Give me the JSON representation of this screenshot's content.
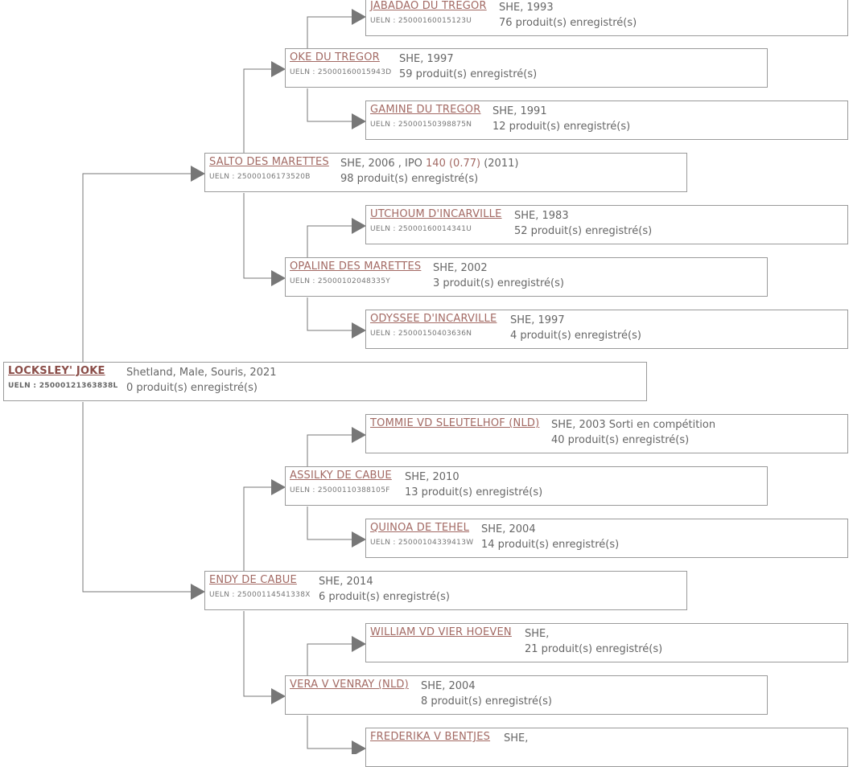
{
  "subject": {
    "name": "LOCKSLEY' JOKE",
    "ueln": "UELN : 25000121363838L",
    "details": "Shetland, Male, Souris, 2021",
    "produits": "0 produit(s) enregistré(s)"
  },
  "sire": {
    "name": "SALTO DES MARETTES",
    "ueln": "UELN : 25000106173520B",
    "details_prefix": "SHE, 2006 , IPO ",
    "ipo": "140 (0.77)",
    "details_suffix": " (2011)",
    "produits": "98 produit(s) enregistré(s)"
  },
  "sire_sire": {
    "name": "OKE DU TREGOR",
    "ueln": "UELN : 25000160015943D",
    "details": "SHE, 1997",
    "produits": "59 produit(s) enregistré(s)"
  },
  "sire_sire_sire": {
    "name": "JABADAO DU TREGOR",
    "ueln": "UELN : 25000160015123U",
    "details": "SHE, 1993",
    "produits": "76 produit(s) enregistré(s)"
  },
  "sire_sire_dam": {
    "name": "GAMINE DU TREGOR",
    "ueln": "UELN : 25000150398875N",
    "details": "SHE, 1991",
    "produits": "12 produit(s) enregistré(s)"
  },
  "sire_dam": {
    "name": "OPALINE DES MARETTES",
    "ueln": "UELN : 25000102048335Y",
    "details": "SHE, 2002",
    "produits": "3 produit(s) enregistré(s)"
  },
  "sire_dam_sire": {
    "name": "UTCHOUM D'INCARVILLE",
    "ueln": "UELN : 25000160014341U",
    "details": "SHE, 1983",
    "produits": "52 produit(s) enregistré(s)"
  },
  "sire_dam_dam": {
    "name": "ODYSSEE D'INCARVILLE",
    "ueln": "UELN : 25000150403636N",
    "details": "SHE, 1997",
    "produits": "4 produit(s) enregistré(s)"
  },
  "dam": {
    "name": "ENDY DE CABUE",
    "ueln": "UELN : 25000114541338X",
    "details": "SHE, 2014",
    "produits": "6 produit(s) enregistré(s)"
  },
  "dam_sire": {
    "name": "ASSILKY DE CABUE",
    "ueln": "UELN : 25000110388105F",
    "details": "SHE, 2010",
    "produits": "13 produit(s) enregistré(s)"
  },
  "dam_sire_sire": {
    "name": "TOMMIE VD SLEUTELHOF (NLD)",
    "ueln": "",
    "details": "SHE, 2003 Sorti en compétition",
    "produits": "40 produit(s) enregistré(s)"
  },
  "dam_sire_dam": {
    "name": "QUINOA DE TEHEL",
    "ueln": "UELN : 25000104339413W",
    "details": "SHE, 2004",
    "produits": "14 produit(s) enregistré(s)"
  },
  "dam_dam": {
    "name": "VERA V VENRAY (NLD)",
    "ueln": "",
    "details": "SHE, 2004",
    "produits": "8 produit(s) enregistré(s)"
  },
  "dam_dam_sire": {
    "name": "WILLIAM VD VIER HOEVEN",
    "ueln": "",
    "details": "SHE,",
    "produits": "21 produit(s) enregistré(s)"
  },
  "dam_dam_dam": {
    "name": "FREDERIKA V BENTJES",
    "ueln": "",
    "details": "SHE,",
    "produits": ""
  },
  "colors": {
    "link": "#a36a64",
    "border": "#9a9a9a",
    "connector": "#777777"
  }
}
